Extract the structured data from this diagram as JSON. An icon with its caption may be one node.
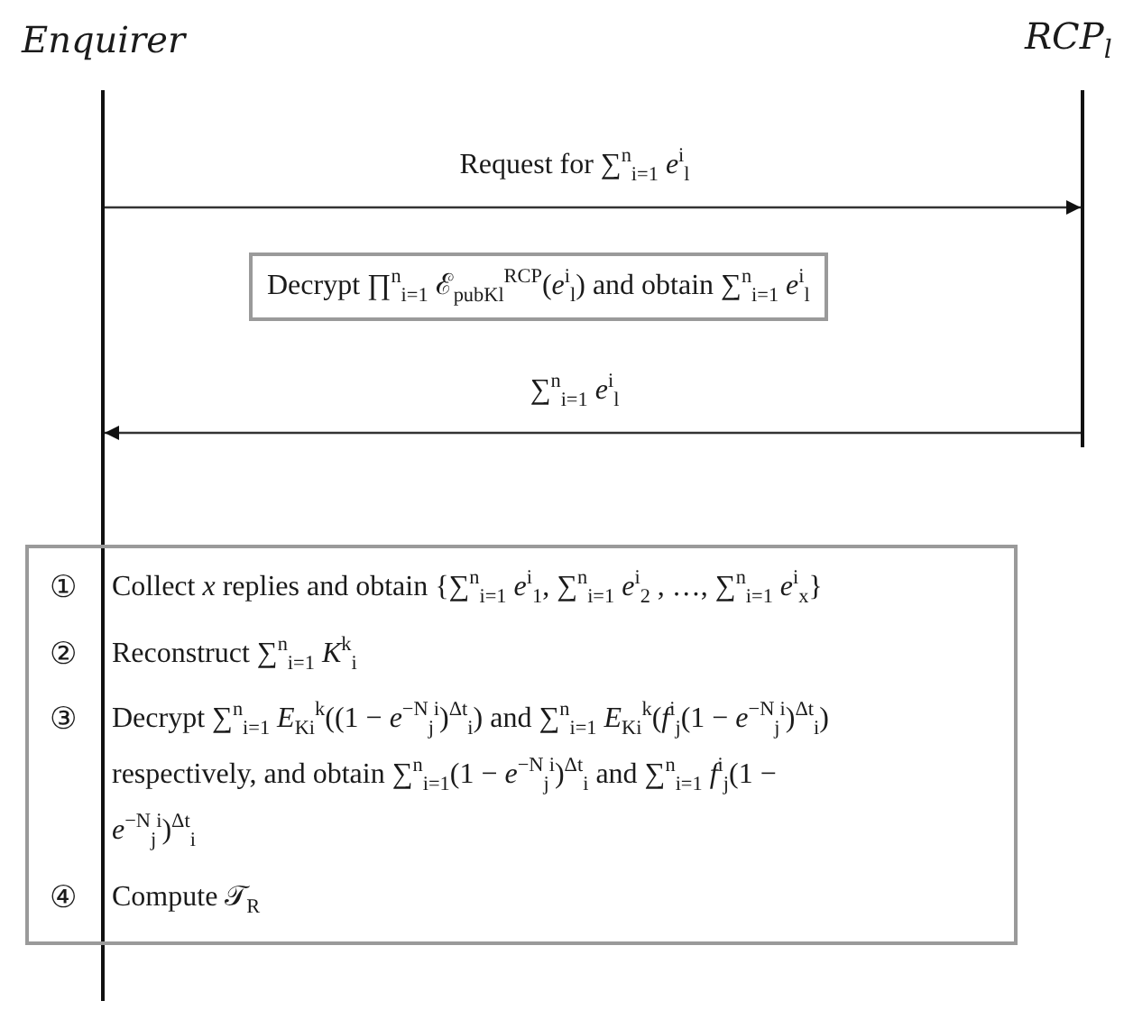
{
  "diagram": {
    "nodes": [
      {
        "text": [
          "Enquirer"
        ]
      },
      {
        "text": [
          "RCP$_{l}$"
        ]
      },
      {
        "text": [],
        "shape": "line"
      },
      {
        "text": [],
        "shape": "line"
      },
      {
        "text": [
          "Decrypt ∏$^{n}$$_{i=1}$ ℰ$_{pubK}$$_{l}$$^{RCP}$(*e*$^{i}$$_{l}$) and obtain ∑$^{n}$$_{i=1}$ *e*$^{i}$$_{l}$"
        ]
      },
      {
        "text": [
          "①",
          "Collect *x* replies and obtain {∑$^{n}$$_{i=1}$ *e*$^{i}$$_{1}$, ∑$^{n}$$_{i=1}$ *e*$^{i}$$_{2}$ , …, ∑$^{n}$$_{i=1}$ *e*$^{i}$$_{x}$}",
          "②",
          "Reconstruct ∑$^{n}$$_{i=1}$ *K*$^{k}$$_{i}$",
          "③",
          "Decrypt ∑$^{n}$$_{i=1}$ *E*$_{K}$$_{i}$$^{k}$((1 − *e*$^{−N}$$_{j}$$^{i}$)$^{Δt}$$_{i}$) and ∑$^{n}$$_{i=1}$ *E*$_{K}$$_{i}$$^{k}$(*f*$^{i}$$_{j}$(1 − *e*$^{−N}$$_{j}$$^{i}$)$^{Δt}$$_{i}$) respectively, and obtain ∑$^{n}$$_{i=1}$(1 − *e*$^{−N}$$_{j}$$^{i}$)$^{Δt}$$_{i}$ and ∑$^{n}$$_{i=1}$ *f*$^{i}$$_{j}$(1 − *e*$^{−N}$$_{j}$$^{i}$)$^{Δt}$$_{i}$",
          "④",
          "Compute 𝒯$_{R}$"
        ]
      }
    ],
    "edges": [
      {
        "from": 2,
        "to": 3,
        "arrow": "to",
        "label": "Request for ∑$^{n}$$_{i=1}$ *e*$^{i}$$_{l}$"
      },
      {
        "from": 3,
        "to": 2,
        "arrow": "to",
        "label": "∑$^{n}$$_{i=1}$ *e*$^{i}$$_{l}$"
      }
    ]
  }
}
